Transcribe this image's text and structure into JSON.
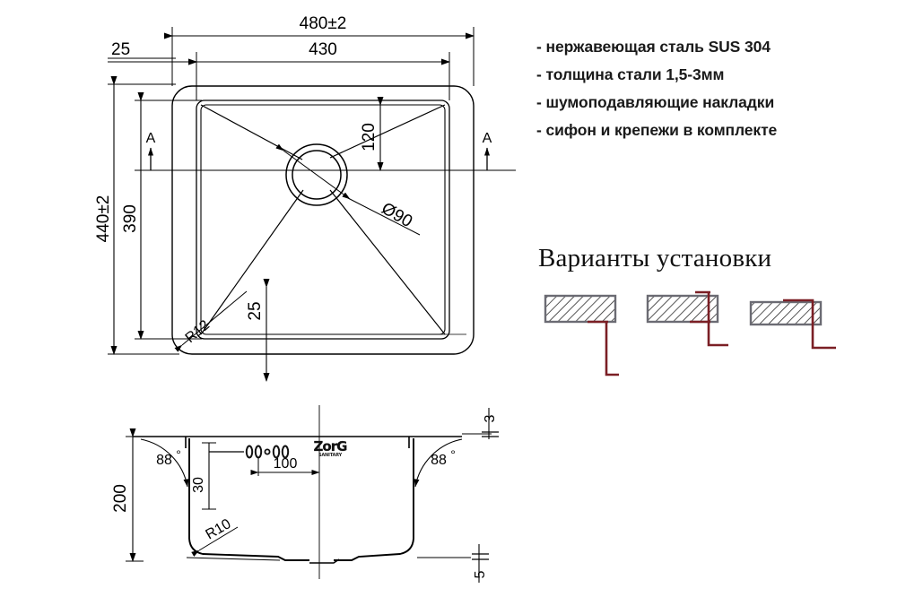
{
  "document": {
    "type": "technical-drawing",
    "subject": "kitchen-sink",
    "brand": "ZorG"
  },
  "specs": {
    "items": [
      "- нержавеющая сталь SUS 304",
      "- толщина стали 1,5-3мм",
      "- шумоподавляющие накладки",
      "- сифон и крепежи в комплекте"
    ]
  },
  "install": {
    "title": "Варианты установки",
    "variants": [
      {
        "name": "undermount",
        "label": ""
      },
      {
        "name": "flushmount",
        "label": ""
      },
      {
        "name": "topmount",
        "label": ""
      }
    ],
    "countertop_color": "#6b6b73",
    "sink_color": "#7b1f25"
  },
  "top_view": {
    "dimensions": {
      "overall_width": "480±2",
      "inner_width": "430",
      "left_margin": "25",
      "overall_height": "440±2",
      "inner_height": "390",
      "drain_diameter": "Ø90",
      "drain_offset_top": "120",
      "bottom_offset": "25",
      "corner_radius": "R12"
    },
    "section_marks": {
      "left": "A",
      "right": "A"
    }
  },
  "section_view": {
    "dimensions": {
      "depth": "200",
      "wall_angle_left": "88",
      "wall_angle_right": "88",
      "degree_symbol": "°",
      "overflow_offset": "30",
      "overflow_spacing": "100",
      "rim_thickness": "3",
      "bottom_thickness": "5",
      "bottom_radius": "R10"
    },
    "logo": {
      "main": "ZorG",
      "sub": "SANITARY"
    }
  }
}
